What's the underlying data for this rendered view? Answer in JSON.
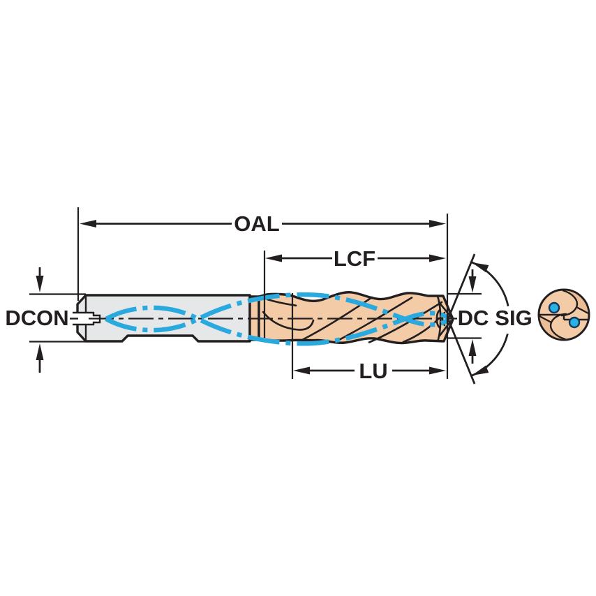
{
  "labels": {
    "oal": "OAL",
    "lcf": "LCF",
    "lu": "LU",
    "dcon": "DCON",
    "dc": "DC",
    "sig": "SIG"
  },
  "colors": {
    "background": "#ffffff",
    "line_black": "#231f20",
    "shank_gray": "#e6e7e8",
    "body_tan": "#f3cba6",
    "body_tan_dark": "#e8b488",
    "coolant_blue": "#2aa9de",
    "hole_blue": "#29b2e3",
    "hole_edge": "#14365a"
  }
}
